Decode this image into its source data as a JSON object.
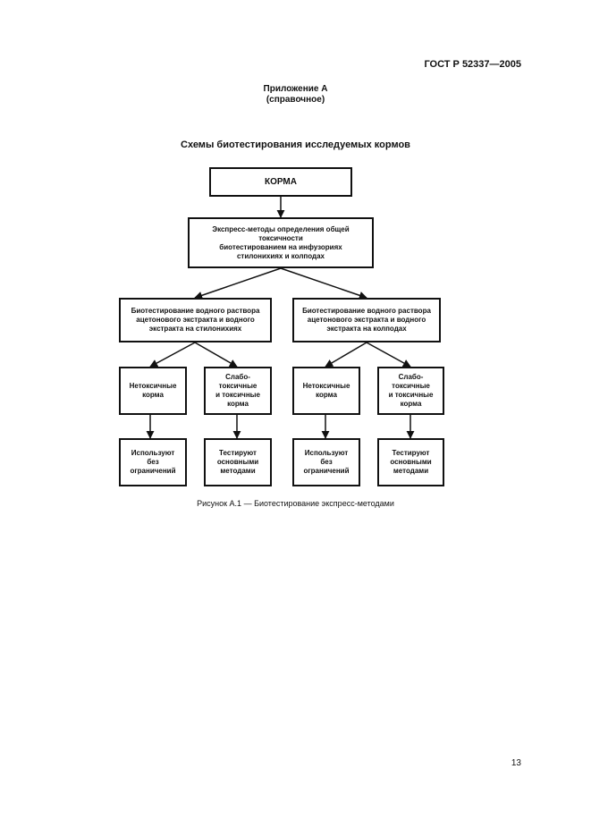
{
  "header": {
    "standard": "ГОСТ Р 52337—2005"
  },
  "annex": {
    "title": "Приложение А",
    "subtitle": "(справочное)"
  },
  "scheme_title": "Схемы биотестирования исследуемых кормов",
  "diagram": {
    "root": "КОРМА",
    "express": {
      "line1": "Экспресс-методы определения общей",
      "line2": "токсичности",
      "line3": "биотестированием на инфузориях",
      "line4": "стилонихиях и колподах"
    },
    "left_branch": {
      "line1": "Биотестирование водного раствора",
      "line2": "ацетонового экстракта и водного",
      "line3": "экстракта на стилонихиях"
    },
    "right_branch": {
      "line1": "Биотестирование водного раствора",
      "line2": "ацетонового экстракта и водного",
      "line3": "экстракта на колподах"
    },
    "nontoxic": {
      "line1": "Нетоксичные",
      "line2": "корма"
    },
    "weaktoxic": {
      "line1": "Слабо-",
      "line2": "токсичные",
      "line3": "и токсичные",
      "line4": "корма"
    },
    "use": {
      "line1": "Используют",
      "line2": "без",
      "line3": "ограничений"
    },
    "test": {
      "line1": "Тестируют",
      "line2": "основными",
      "line3": "методами"
    }
  },
  "figure_caption": "Рисунок А.1 — Биотестирование экспресс-методами",
  "page_number": "13"
}
